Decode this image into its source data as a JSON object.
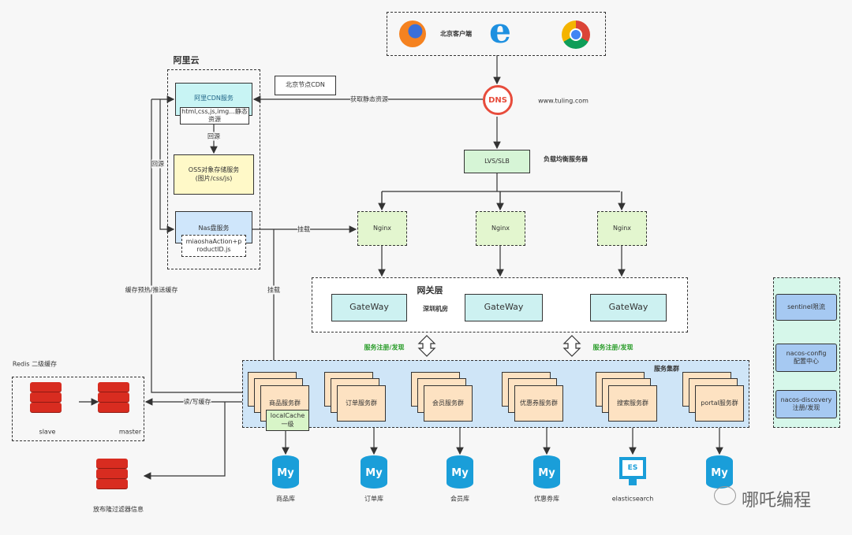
{
  "client": {
    "label": "北京客户端",
    "icons": [
      "firefox-icon",
      "ie-icon",
      "chrome-icon"
    ]
  },
  "dns": {
    "icon": "dns-icon",
    "domain": "www.tuling.com"
  },
  "aliyun": {
    "title": "阿里云",
    "cdn": "阿里CDN服务",
    "static": "html,css,js,img...静态资源",
    "back_source": "回源",
    "oss": "OSS对象存储服务\n(图片/css/js)",
    "nas": "Nas盘服务",
    "nas_file": "miaoshaAction+productID.js"
  },
  "beijing_cdn": "北京节点CDN",
  "get_static": "获取静态资源",
  "lvs": {
    "label": "LVS/SLB",
    "desc": "负载均衡服务器"
  },
  "mount": "挂载",
  "nginx": [
    "Nginx",
    "Nginx",
    "Nginx"
  ],
  "gateway": {
    "title": "网关层",
    "room": "深圳机房",
    "items": [
      "GateWay",
      "GateWay",
      "GateWay"
    ]
  },
  "register": [
    "服务注册/发现",
    "服务注册/发现"
  ],
  "cluster": {
    "title": "服务集群",
    "services": [
      "商品服务群",
      "订单服务群",
      "会员服务群",
      "优惠券服务群",
      "搜索服务群",
      "portal服务群"
    ],
    "local_cache": "localCache\n一级"
  },
  "dbs": [
    "商品库",
    "订单库",
    "会员库",
    "优惠券库",
    "elasticsearch",
    ""
  ],
  "left_edges": {
    "back_source": "回源",
    "preheat": "缓存预热/推送缓存",
    "rw": "读/写缓存",
    "mount": "挂载"
  },
  "redis": {
    "title": "Redis 二级缓存",
    "slave": "slave",
    "master": "master",
    "bloom": "放布隆过滤器信息"
  },
  "side": [
    "sentinel限流",
    "nacos-config\n配置中心",
    "nacos-discovery\n注册/发现"
  ],
  "watermark": "哪吒编程",
  "colors": {
    "cdn": "#c8f4f4",
    "oss": "#fff9c8",
    "nas": "#cfe6fb",
    "green": "#e3f6cf",
    "gateway": "#cdf1f1",
    "cluster": "#cfe5f7",
    "service": "#fde2c2",
    "side_panel": "#d6f7ea",
    "side_box": "#a6c9f2",
    "mysql": "#1a9ed9",
    "redis": "#d82c20"
  }
}
